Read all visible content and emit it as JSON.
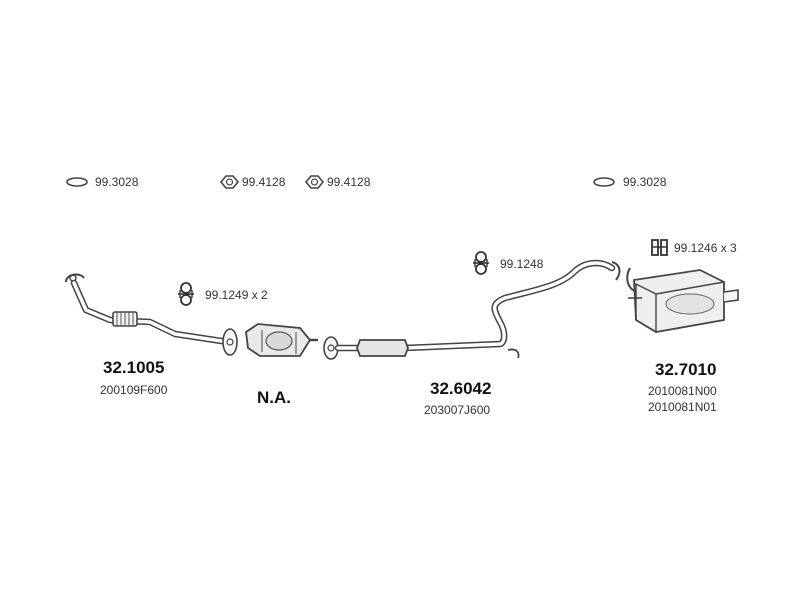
{
  "gaskets": {
    "g1": "99.3028",
    "g2": "99.4128",
    "g3": "99.4128",
    "g4": "99.3028"
  },
  "hangers": {
    "h1": "99.1249 x 2",
    "h2": "99.1248",
    "h3": "99.1246 x 3"
  },
  "parts": {
    "front_pipe": {
      "number": "32.1005",
      "codes": [
        "200109F600"
      ]
    },
    "catalyst": {
      "number": "N.A."
    },
    "middle_pipe": {
      "number": "32.6042",
      "codes": [
        "203007J600"
      ]
    },
    "rear_muffler": {
      "number": "32.7010",
      "codes": [
        "2010081N00",
        "2010081N01"
      ]
    }
  }
}
